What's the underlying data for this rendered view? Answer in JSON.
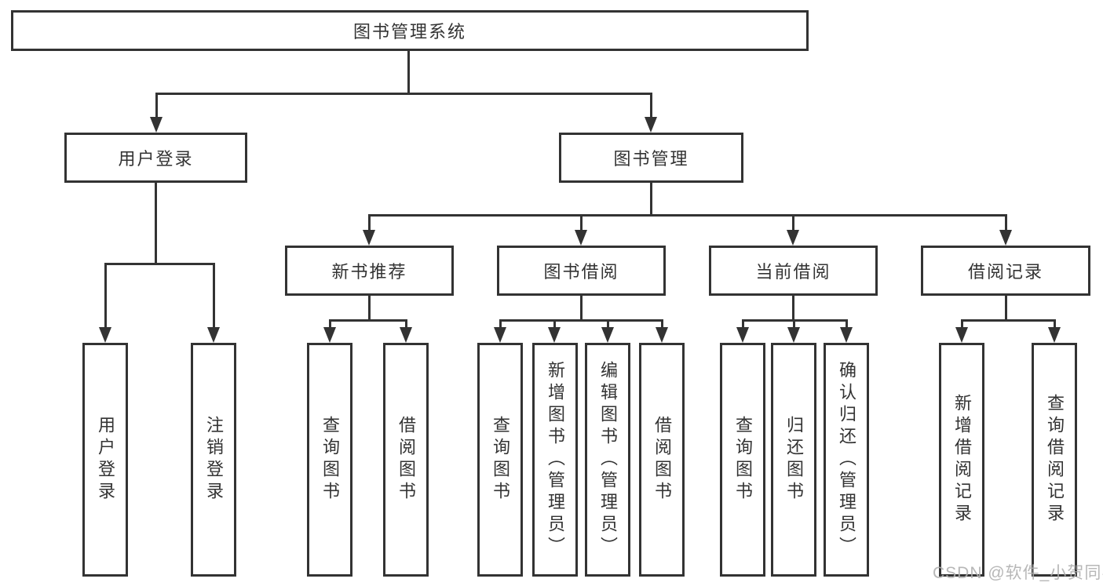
{
  "diagram_title": "图书管理系统",
  "nodes": {
    "root": {
      "label": "图书管理系统"
    },
    "user_login": {
      "label": "用户登录"
    },
    "book_mgmt": {
      "label": "图书管理"
    },
    "new_book_rec": {
      "label": "新书推荐"
    },
    "book_borrow": {
      "label": "图书借阅"
    },
    "current_borrow": {
      "label": "当前借阅"
    },
    "borrow_record": {
      "label": "借阅记录"
    },
    "leaf_user_login": {
      "label": "用户登录"
    },
    "leaf_logout": {
      "label": "注销登录"
    },
    "leaf_query_book_1": {
      "label": "查询图书"
    },
    "leaf_borrow_book_1": {
      "label": "借阅图书"
    },
    "leaf_query_book_2": {
      "label": "查询图书"
    },
    "leaf_add_book": {
      "label": "新增图书（管理员）"
    },
    "leaf_edit_book": {
      "label": "编辑图书（管理员）"
    },
    "leaf_borrow_book_2": {
      "label": "借阅图书"
    },
    "leaf_query_book_3": {
      "label": "查询图书"
    },
    "leaf_return_book": {
      "label": "归还图书"
    },
    "leaf_confirm_return": {
      "label": "确认归还（管理员）"
    },
    "leaf_add_borrow_record": {
      "label": "新增借阅记录"
    },
    "leaf_query_borrow_record": {
      "label": "查询借阅记录"
    }
  },
  "hierarchy": {
    "root": [
      "user_login",
      "book_mgmt"
    ],
    "user_login": [
      "leaf_user_login",
      "leaf_logout"
    ],
    "book_mgmt": [
      "new_book_rec",
      "book_borrow",
      "current_borrow",
      "borrow_record"
    ],
    "new_book_rec": [
      "leaf_query_book_1",
      "leaf_borrow_book_1"
    ],
    "book_borrow": [
      "leaf_query_book_2",
      "leaf_add_book",
      "leaf_edit_book",
      "leaf_borrow_book_2"
    ],
    "current_borrow": [
      "leaf_query_book_3",
      "leaf_return_book",
      "leaf_confirm_return"
    ],
    "borrow_record": [
      "leaf_add_borrow_record",
      "leaf_query_borrow_record"
    ]
  },
  "watermark": {
    "text": "CSDN @软件_小贺同学"
  },
  "colors": {
    "line": "#333333",
    "box_border": "#333333",
    "text": "#333333",
    "background": "#ffffff",
    "watermark": "#afafaf"
  }
}
